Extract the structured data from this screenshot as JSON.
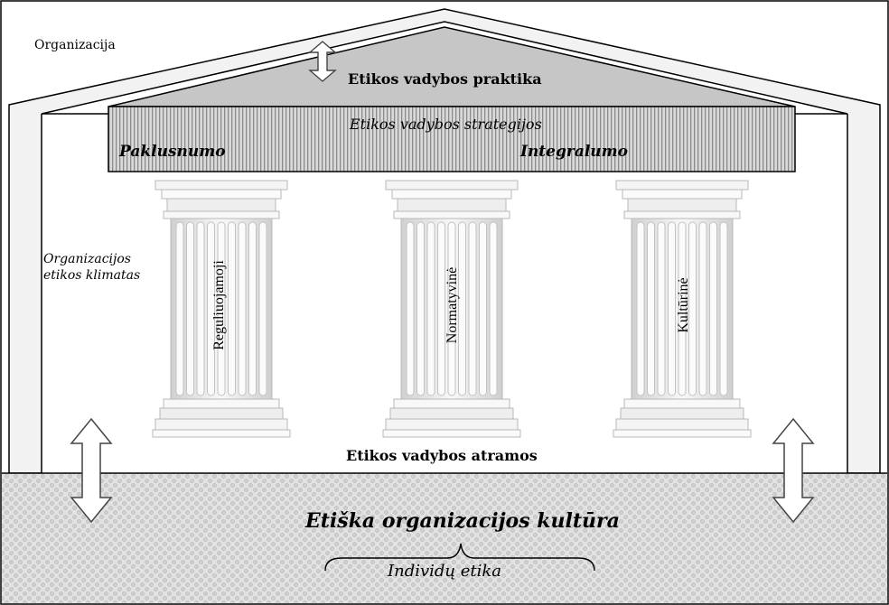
{
  "organization_label": "Organizacija",
  "roof": {
    "title": "Etikos vadybos praktika"
  },
  "beam": {
    "title": "Etikos vadybos strategijos",
    "left": "Paklusnumo",
    "right": "Integralumo"
  },
  "climate_label_line1": "Organizacijos",
  "climate_label_line2": "etikos klimatas",
  "pillars": [
    {
      "label": "Reguliuojamoji"
    },
    {
      "label": "Normatyvinė"
    },
    {
      "label": "Kultūrinė"
    }
  ],
  "foundation_caption": "Etikos vadybos atramos",
  "culture": {
    "title": "Etiška organizacijos kultūra",
    "sub": "Individų etika"
  },
  "colors": {
    "roof_fill": "#c6c6c6",
    "wall_fill": "#f2f2f2",
    "ground_fill": "#e2e2e2",
    "pillar_fill": "#f4f4f4"
  }
}
